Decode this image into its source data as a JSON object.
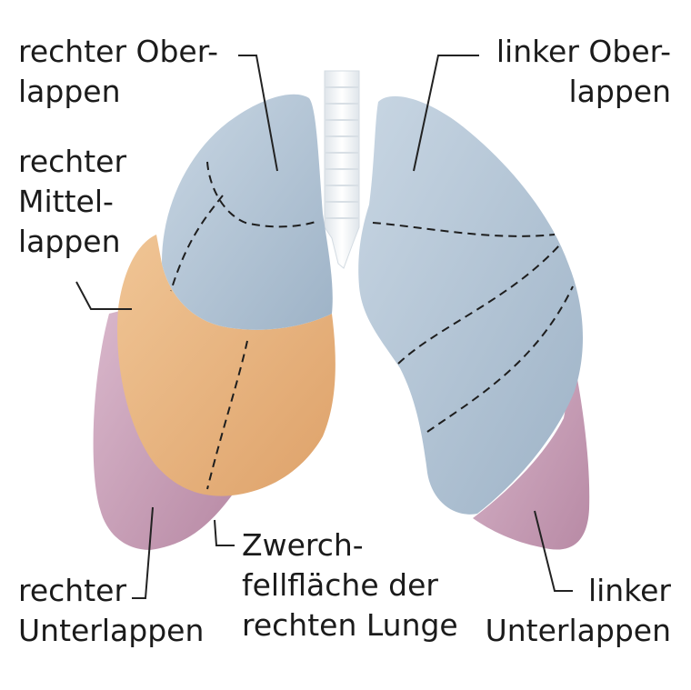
{
  "labels": {
    "right_upper_lobe": {
      "line1": "rechter Ober-",
      "line2": "lappen"
    },
    "left_upper_lobe": {
      "line1": "linker Ober-",
      "line2": "lappen"
    },
    "right_middle_lobe": {
      "line1": "rechter",
      "line2": "Mittel-",
      "line3": "lappen"
    },
    "diaphragm_surface": {
      "line1": "Zwerch-",
      "line2": "fellfläche der",
      "line3": "rechten Lunge"
    },
    "right_lower_lobe": {
      "line1": "rechter",
      "line2": "Unterlappen"
    },
    "left_lower_lobe": {
      "line1": "linker",
      "line2": "Unterlappen"
    }
  },
  "colors": {
    "upper_lobe": "#b8c8d8",
    "middle_lobe": "#e8b785",
    "lower_lobe": "#c9a0b8",
    "trachea": "#f0f3f6",
    "leader_line": "#222222"
  }
}
